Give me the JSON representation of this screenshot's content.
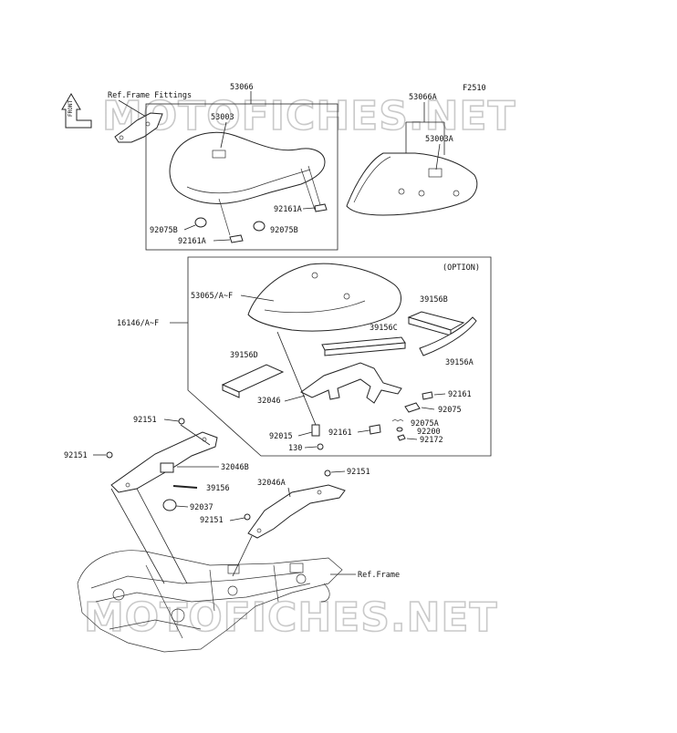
{
  "figure_code": "F2510",
  "watermark": "MOTOFICHES.NET",
  "front_label": "FRONT",
  "option_label": "(OPTION)",
  "refs": {
    "frame_fittings": "Ref.Frame Fittings",
    "frame": "Ref.Frame"
  },
  "parts": {
    "p53066": "53066",
    "p53003": "53003",
    "p92075B_1": "92075B",
    "p92161A_1": "92161A",
    "p92161A_2": "92161A",
    "p92075B_2": "92075B",
    "p53066A": "53066A",
    "p53003A": "53003A",
    "p53065": "53065/A~F",
    "p16146": "16146/A~F",
    "p39156B": "39156B",
    "p39156C": "39156C",
    "p39156A": "39156A",
    "p39156D": "39156D",
    "p32046": "32046",
    "p92161_1": "92161",
    "p92075": "92075",
    "p92015": "92015",
    "p92161_2": "92161",
    "p92075A": "92075A",
    "p92200": "92200",
    "p130": "130",
    "p92172": "92172",
    "p92151_1": "92151",
    "p92151_2": "92151",
    "p32046B": "32046B",
    "p39156": "39156",
    "p92037": "92037",
    "p32046A": "32046A",
    "p92151_3": "92151",
    "p92151_4": "92151"
  },
  "colors": {
    "line": "#222222",
    "watermark": "#c9c9c9"
  },
  "icons": {
    "front_arrow": "front-arrow-icon"
  }
}
